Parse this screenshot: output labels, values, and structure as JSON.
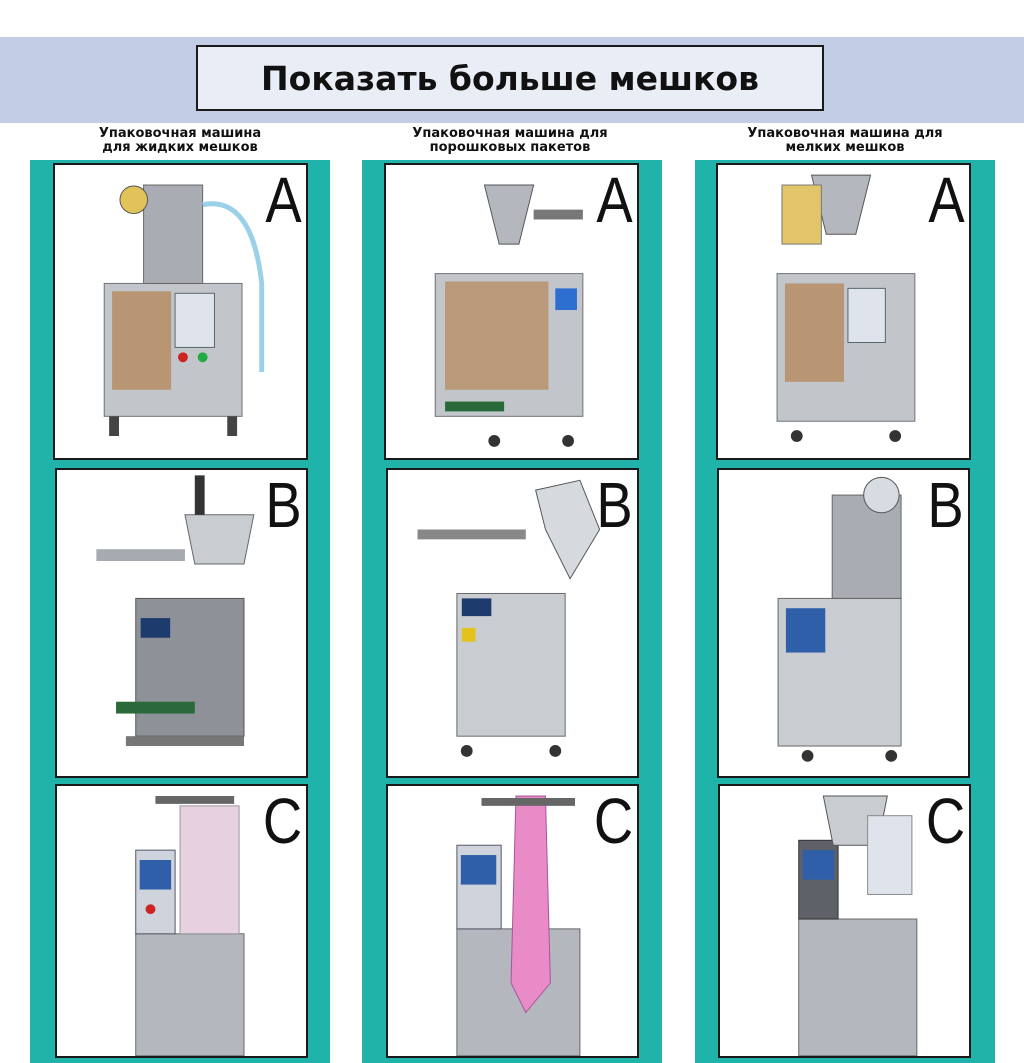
{
  "banner": {
    "title": "Показать больше мешков"
  },
  "columns": [
    {
      "title_line1": "Упаковочная машина",
      "title_line2": "для жидких мешков",
      "cells": [
        "A",
        "B",
        "C"
      ]
    },
    {
      "title_line1": "Упаковочная машина для",
      "title_line2": "порошковых пакетов",
      "cells": [
        "A",
        "B",
        "C"
      ]
    },
    {
      "title_line1": "Упаковочная машина для",
      "title_line2": "мелких мешков",
      "cells": [
        "A",
        "B",
        "C"
      ]
    }
  ],
  "colors": {
    "banner_bg": "#c3cee6",
    "panel_bg": "#1fb3a9",
    "machine_steel": "#b9bcc2"
  }
}
